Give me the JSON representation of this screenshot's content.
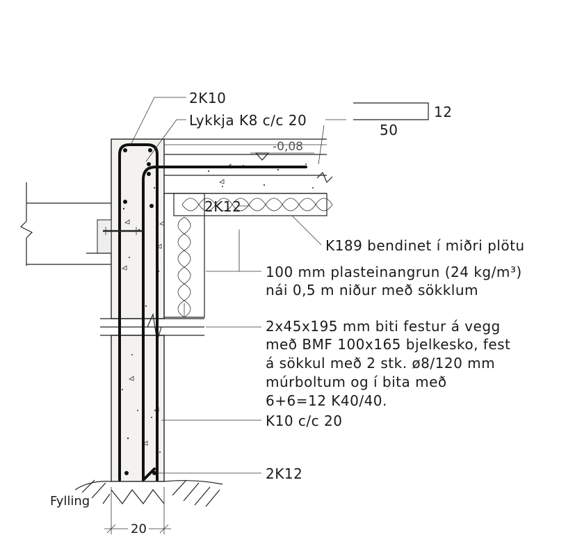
{
  "labels": {
    "top_bar": "2K10",
    "stirrup": "Lykkja K8 c/c 20",
    "stirrup_dim_height": "12",
    "stirrup_dim_length": "50",
    "level": "-0,08",
    "slab_bars": "2K12",
    "mesh": "K189 bendinet í miðri plötu",
    "insulation_line1": "100 mm plasteinangrun (24 kg/m³)",
    "insulation_line2": "nái 0,5 m niður með sökklum",
    "beam_line1": "2x45x195 mm biti festur á vegg",
    "beam_line2": "með BMF 100x165 bjelkesko, fest",
    "beam_line3": "á sökkul með 2 stk. ø8/120 mm",
    "beam_line4": "múrboltum og í bita með",
    "beam_line5": "6+6=12 K40/40.",
    "vertical_bars": "K10 c/c 20",
    "bottom_bars": "2K12",
    "fill": "Fylling",
    "width_dim": "20"
  }
}
